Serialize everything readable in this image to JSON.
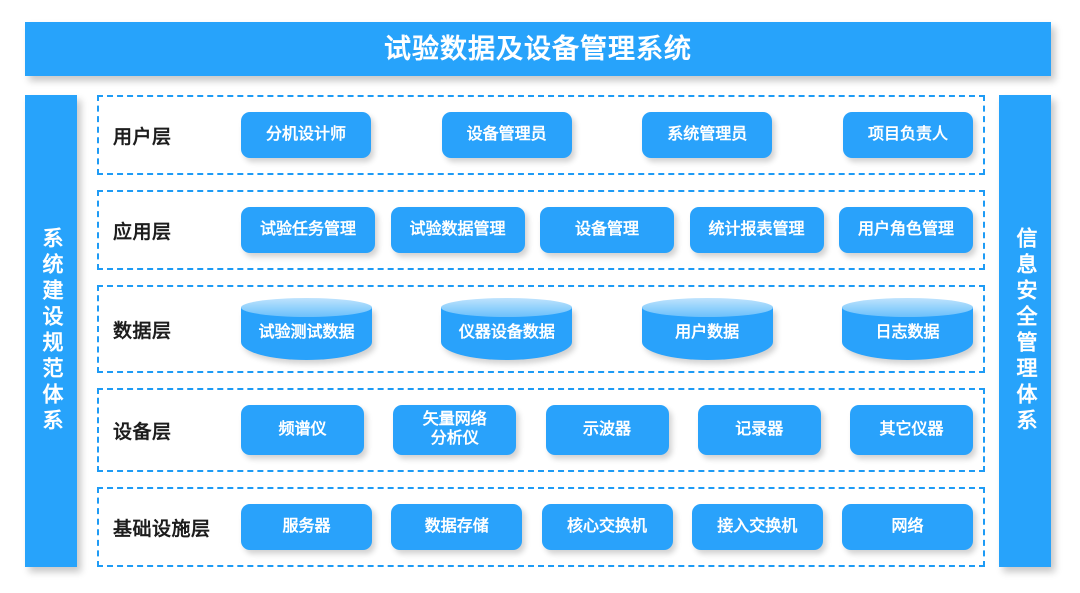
{
  "header": {
    "title": "试验数据及设备管理系统",
    "accent_color": "#27A3FB",
    "title_color": "#FFFFFF"
  },
  "side_panels": {
    "left": {
      "label": "系统建设规范体系"
    },
    "right": {
      "label": "信息安全管理体系"
    }
  },
  "colors": {
    "node_blue": "#29A2FB",
    "dashed_border": "#1E9BF5",
    "cylinder_top": "#8FD0FC",
    "label_text": "#1D1D1D"
  },
  "layers": [
    {
      "label": "用户层",
      "shape": "box",
      "items": [
        {
          "label": "分机设计师"
        },
        {
          "label": "设备管理员"
        },
        {
          "label": "系统管理员"
        },
        {
          "label": "项目负责人"
        }
      ]
    },
    {
      "label": "应用层",
      "shape": "box",
      "items": [
        {
          "label": "试验任务管理"
        },
        {
          "label": "试验数据管理"
        },
        {
          "label": "设备管理"
        },
        {
          "label": "统计报表管理"
        },
        {
          "label": "用户角色管理"
        }
      ]
    },
    {
      "label": "数据层",
      "shape": "cylinder",
      "items": [
        {
          "label": "试验测试数据"
        },
        {
          "label": "仪器设备数据"
        },
        {
          "label": "用户数据"
        },
        {
          "label": "日志数据"
        }
      ]
    },
    {
      "label": "设备层",
      "shape": "box",
      "items": [
        {
          "label": "频谱仪"
        },
        {
          "label": "矢量网络\n分析仪"
        },
        {
          "label": "示波器"
        },
        {
          "label": "记录器"
        },
        {
          "label": "其它仪器"
        }
      ]
    },
    {
      "label": "基础设施层",
      "shape": "box",
      "items": [
        {
          "label": "服务器"
        },
        {
          "label": "数据存储"
        },
        {
          "label": "核心交换机"
        },
        {
          "label": "接入交换机"
        },
        {
          "label": "网络"
        }
      ]
    }
  ]
}
